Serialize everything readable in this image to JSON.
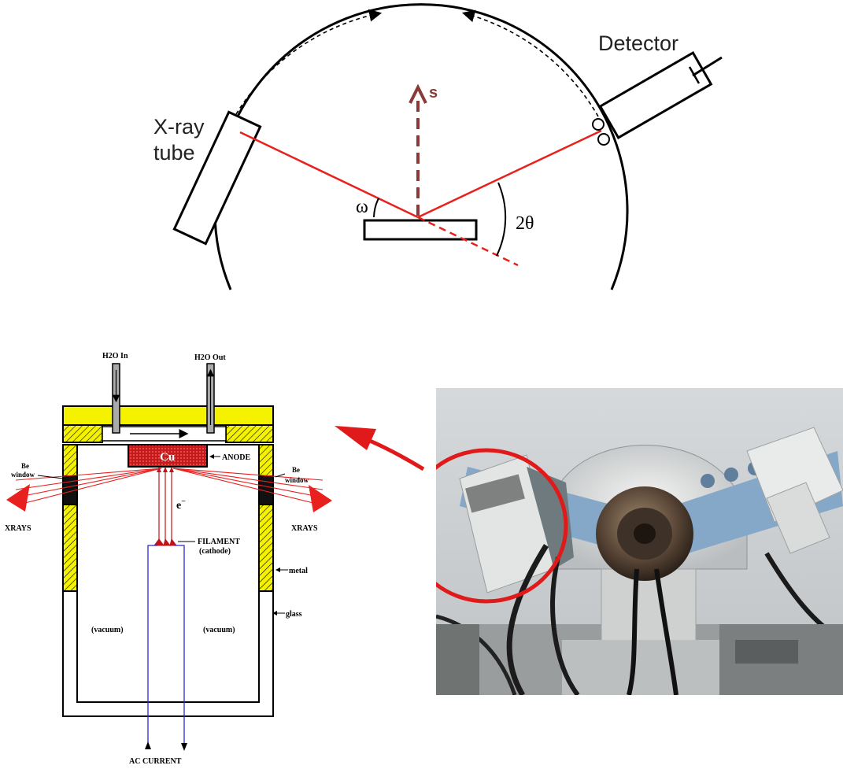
{
  "goniometer": {
    "tube_label_line1": "X-ray",
    "tube_label_line2": "tube",
    "detector_label": "Detector",
    "normal_label": "s",
    "omega_label": "ω",
    "two_theta_label": "2θ"
  },
  "tube_schematic": {
    "water_in": "H2O In",
    "water_out": "H2O Out",
    "anode_material": "Cu",
    "anode_label": "ANODE",
    "be_window_left_1": "Be",
    "be_window_left_2": "window",
    "be_window_right_1": "Be",
    "be_window_right_2": "window",
    "electron_label": "e",
    "electron_sup": "−",
    "filament_label": "FILAMENT",
    "cathode_label": "(cathode)",
    "metal_label": "metal",
    "glass_label": "glass",
    "xrays_left": "XRAYS",
    "xrays_right": "XRAYS",
    "vacuum_left": "(vacuum)",
    "vacuum_right": "(vacuum)",
    "ac_current": "AC CURRENT"
  },
  "colors": {
    "beam_red": "#e8201e",
    "normal_brown": "#8b3a3a",
    "housing_yellow": "#f5f200",
    "anode_red": "#c41a1a",
    "filament_red": "#c0141a",
    "wire_blue": "#2a2acc",
    "highlight_circle": "#e01a1a"
  }
}
